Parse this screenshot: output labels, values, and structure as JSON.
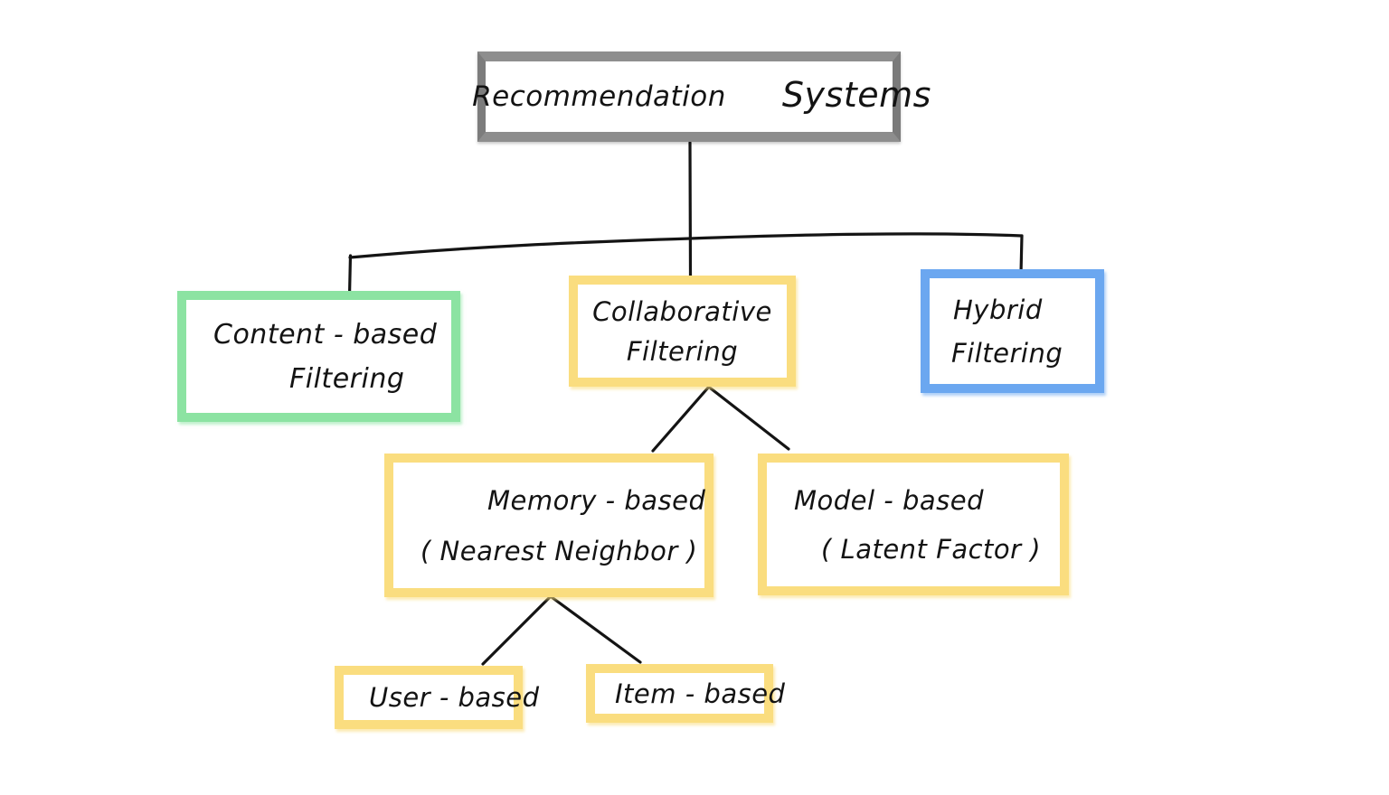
{
  "diagram": {
    "title": "Recommendation Systems taxonomy",
    "style": "hand-drawn whiteboard sketch",
    "colors": {
      "root_border": "#8e8e8e",
      "green_border": "#8ce3a2",
      "yellow_border": "#fadd7f",
      "blue_border": "#6ba7f0",
      "ink": "#131313",
      "background": "#ffffff"
    },
    "nodes": {
      "root": {
        "word1": "Recommendation",
        "word2": "Systems",
        "color": "gray"
      },
      "content_based": {
        "line1": "Content - based",
        "line2": "Filtering",
        "color": "green"
      },
      "collaborative": {
        "line1": "Collaborative",
        "line2": "Filtering",
        "color": "yellow"
      },
      "hybrid": {
        "line1": "Hybrid",
        "line2": "Filtering",
        "color": "blue"
      },
      "memory_based": {
        "line1": "Memory - based",
        "line2": "( Nearest   Neighbor )",
        "color": "yellow"
      },
      "model_based": {
        "line1": "Model - based",
        "line2": "( Latent  Factor )",
        "color": "yellow"
      },
      "user_based": {
        "line1": "User - based",
        "color": "yellow"
      },
      "item_based": {
        "line1": "Item - based",
        "color": "yellow"
      }
    },
    "edges": [
      {
        "from": "root",
        "to": "content_based"
      },
      {
        "from": "root",
        "to": "collaborative"
      },
      {
        "from": "root",
        "to": "hybrid"
      },
      {
        "from": "collaborative",
        "to": "memory_based"
      },
      {
        "from": "collaborative",
        "to": "model_based"
      },
      {
        "from": "memory_based",
        "to": "user_based"
      },
      {
        "from": "memory_based",
        "to": "item_based"
      }
    ]
  }
}
